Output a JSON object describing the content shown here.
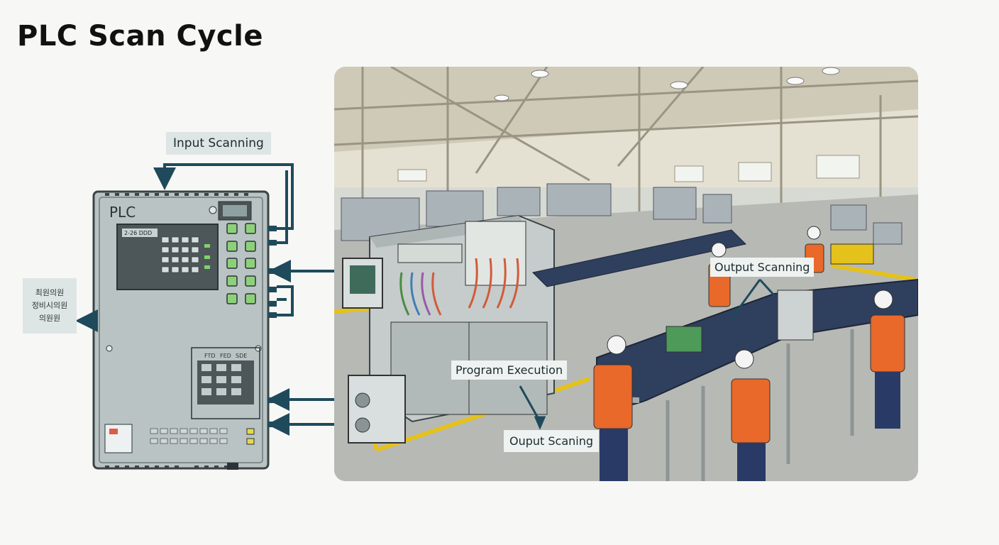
{
  "title": "PLC Scan Cycle",
  "plc": {
    "brand": "PLC",
    "display_text": "2-26  DDD",
    "bottom_panel_labels": [
      "FTD",
      "FED",
      "SDE"
    ]
  },
  "status_box": {
    "lines": [
      "최원의원",
      "정비시의원",
      "의원원"
    ]
  },
  "labels": {
    "input_scanning": "Input Scanning",
    "program_execution": "Program Execution",
    "output_scanning_top": "Output Scanning",
    "output_scanning_bottom": "Ouput Scaning"
  },
  "colors": {
    "arrow": "#1f4a5c",
    "plc_body": "#b9c3c4",
    "conveyor": "#2f3f5e",
    "safety_vest": "#e8692a",
    "floor_line": "#e5c21b"
  }
}
